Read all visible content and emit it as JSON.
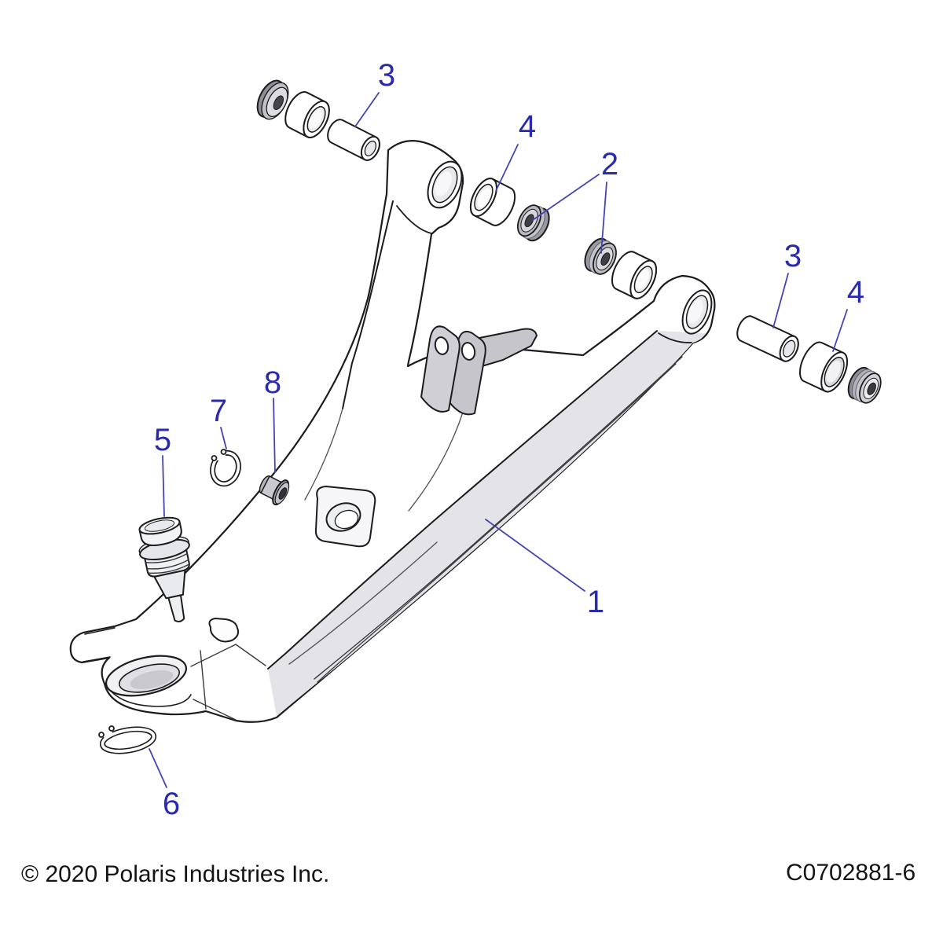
{
  "callouts": [
    {
      "label": "1"
    },
    {
      "label": "2"
    },
    {
      "label": "3"
    },
    {
      "label": "3"
    },
    {
      "label": "4"
    },
    {
      "label": "4"
    },
    {
      "label": "5"
    },
    {
      "label": "6"
    },
    {
      "label": "7"
    },
    {
      "label": "8"
    }
  ],
  "footer": {
    "copyright": "© 2020 Polaris Industries Inc.",
    "part_number": "C0702881-6"
  },
  "colors": {
    "callout_text": "#2a2aac",
    "leader_line": "#4444b4",
    "outline": "#1c1c1e",
    "background": "#ffffff"
  }
}
